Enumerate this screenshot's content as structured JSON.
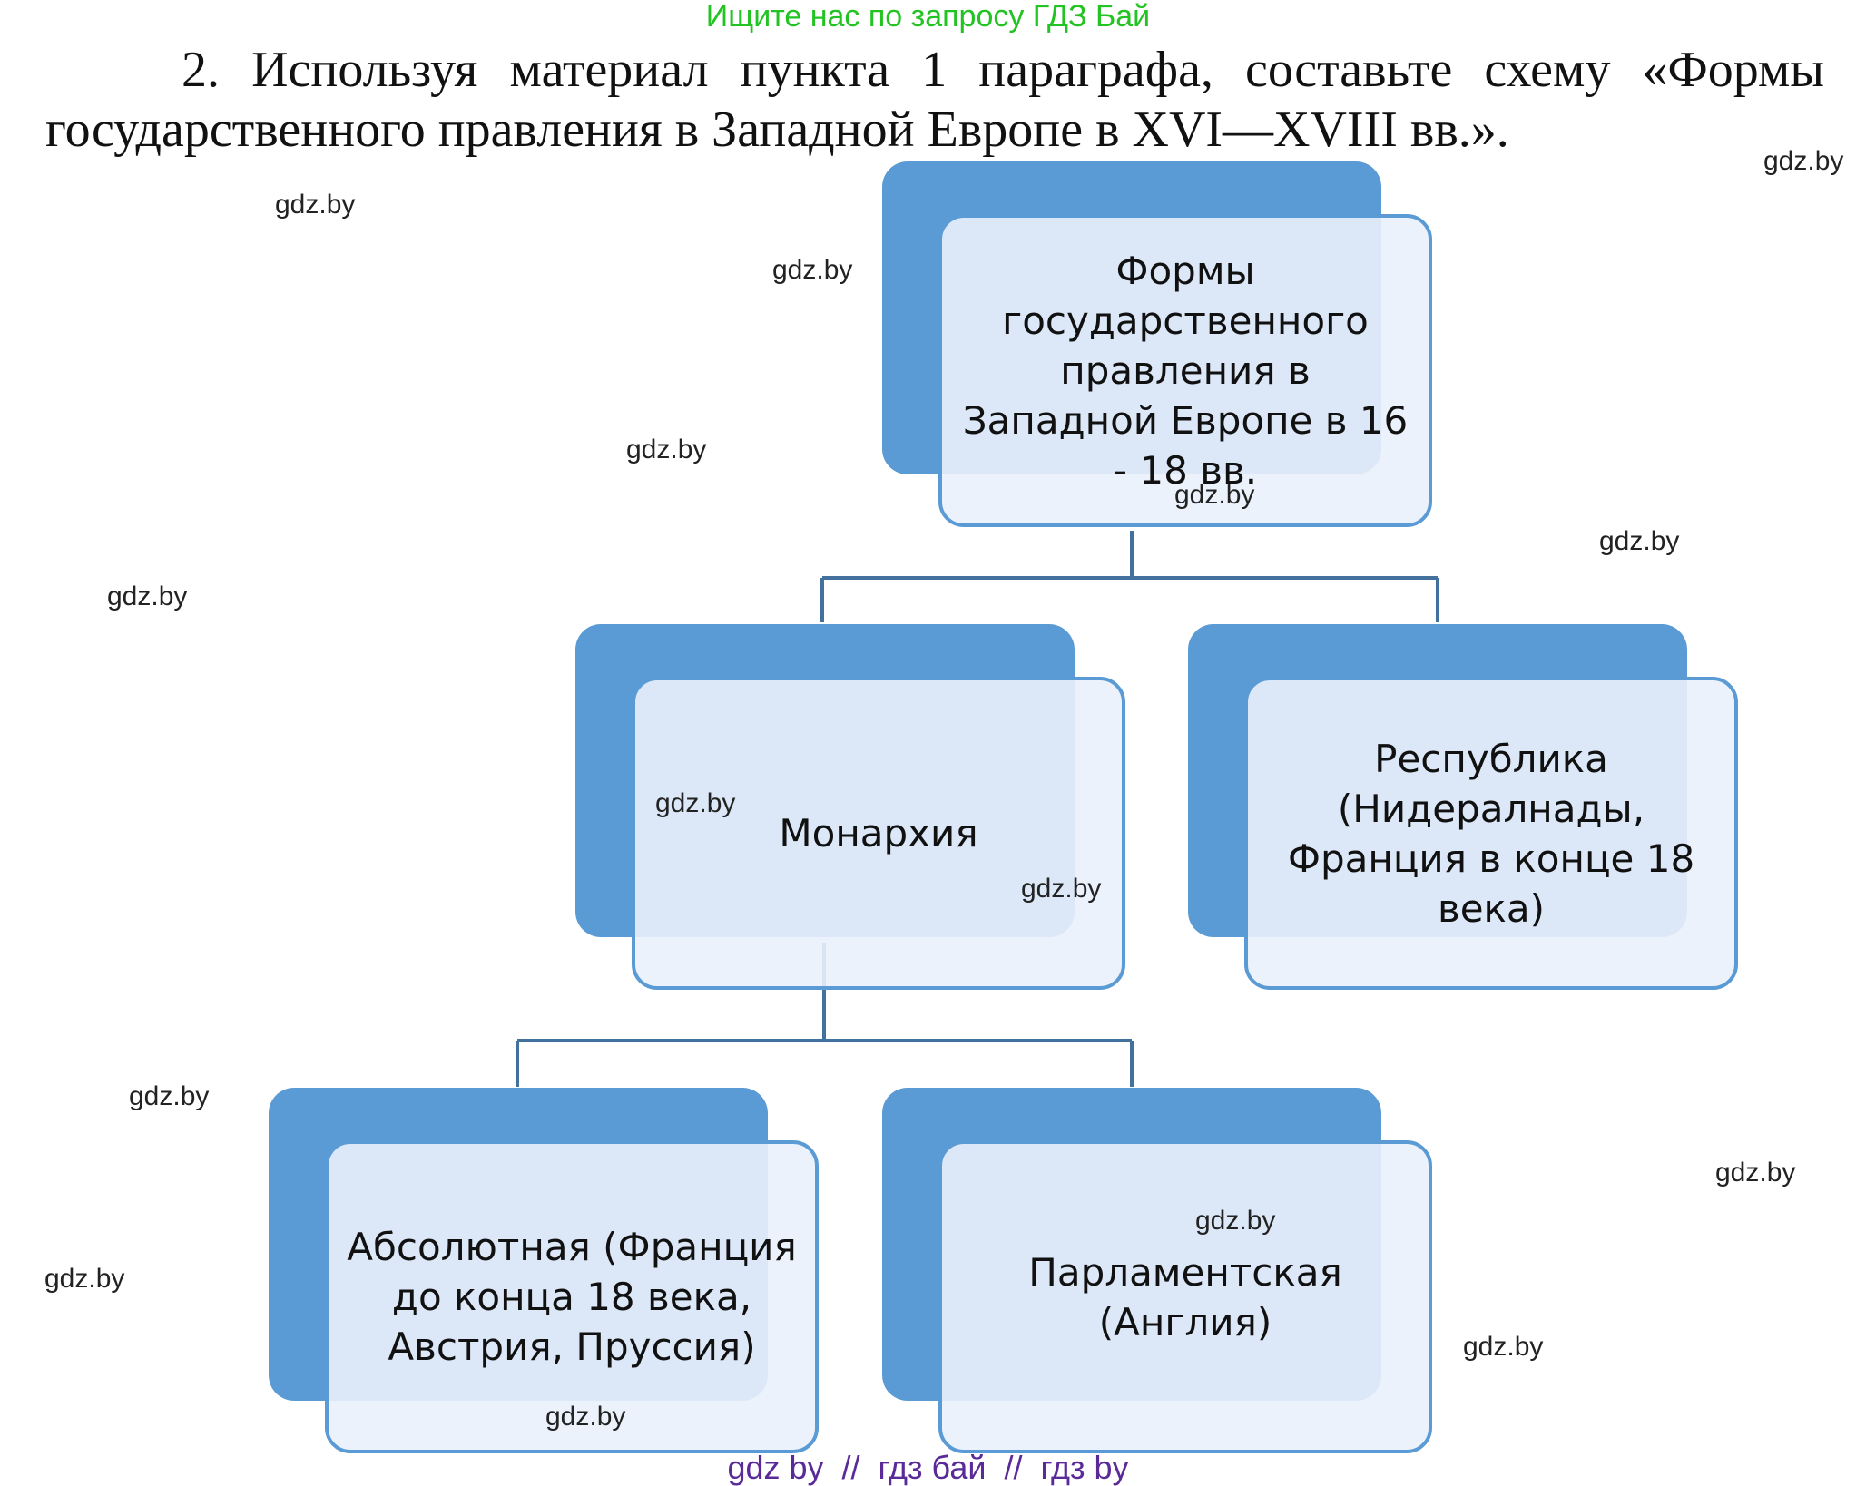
{
  "banner": "Ищите нас по запросу ГДЗ Бай",
  "task": {
    "line1": "2. Используя материал пункта 1 параграфа, составьте схему «Формы",
    "line2": "государственного правления в Западной Европе в XVI—XVIII вв.»."
  },
  "diagram": {
    "root": "Формы государственного правления в Западной Европе в 16 - 18 вв.",
    "monarchy": "Монархия",
    "republic": "Республика (Нидералнады, Франция в конце 18 века)",
    "absolute": "Абсолютная (Франция до конца 18 века, Австрия, Пруссия)",
    "parliamentary": "Парламентская (Англия)"
  },
  "watermark": "gdz.by",
  "footer": "gdz by  //  гдз бай  //  гдз by",
  "colors": {
    "box_dark": "#5b9bd5",
    "box_light": "#eaf1fb",
    "banner_text": "#22c322",
    "footer_text": "#5a2a98",
    "connector": "#41719c"
  }
}
